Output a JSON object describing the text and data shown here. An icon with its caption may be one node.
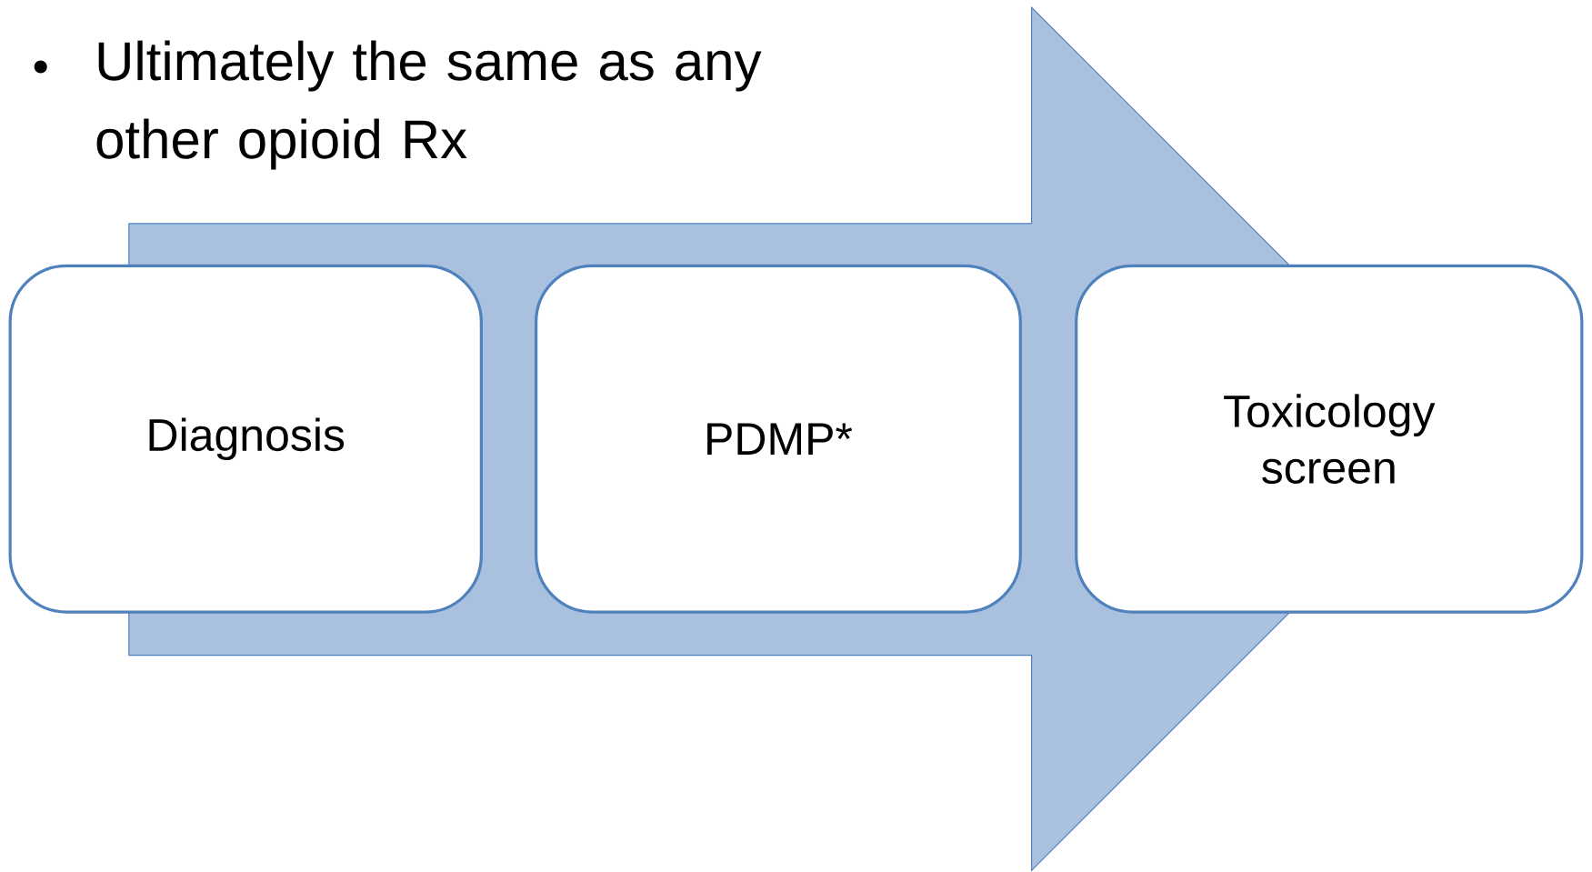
{
  "diagram": {
    "nodes": [
      {
        "text": [
          "Diagnosis"
        ]
      },
      {
        "text": [
          "PDMP*"
        ]
      },
      {
        "text": [
          "Toxicology screen"
        ]
      }
    ],
    "edges": [
      {
        "from": 0,
        "to": 2,
        "arrow": "to"
      }
    ],
    "labels": [
      "Ultimately the same as any other opioid Rx"
    ]
  }
}
